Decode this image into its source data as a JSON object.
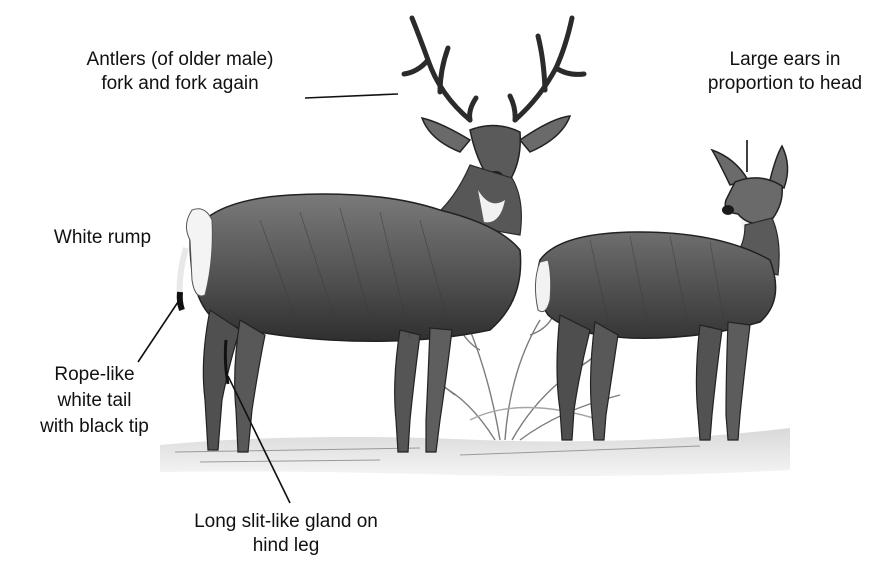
{
  "labels": {
    "antlers": [
      "Antlers (of older male)",
      "fork and fork again"
    ],
    "ears": [
      "Large ears in",
      "proportion to head"
    ],
    "rump": [
      "White rump"
    ],
    "tail": [
      "Rope-like",
      "white tail",
      "with black tip"
    ],
    "gland": [
      "Long slit-like gland on",
      "hind leg"
    ]
  },
  "colors": {
    "ink": "#111111",
    "body_dark": "#4a4a4a",
    "body_mid": "#6b6b6b",
    "pale": "#e9e9e9",
    "ground": "#d8d8d8"
  }
}
